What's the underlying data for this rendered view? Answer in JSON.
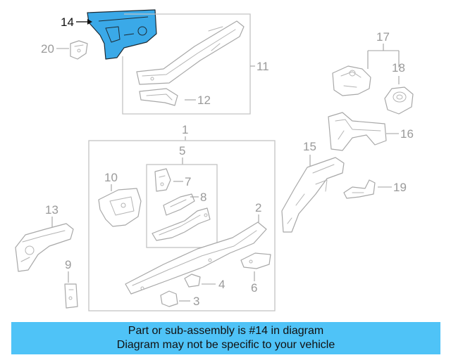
{
  "callouts": {
    "c1": "1",
    "c2": "2",
    "c3": "3",
    "c4": "4",
    "c5": "5",
    "c6": "6",
    "c7": "7",
    "c8": "8",
    "c9": "9",
    "c10": "10",
    "c11": "11",
    "c12": "12",
    "c13": "13",
    "c14": "14",
    "c15": "15",
    "c16": "16",
    "c17": "17",
    "c18": "18",
    "c19": "19",
    "c20": "20"
  },
  "highlighted_part": "14",
  "colors": {
    "highlight": "#3aa9e8",
    "banner": "#4fc3f7",
    "line": "#a8a8a8"
  },
  "banner": {
    "line1": "Part or sub-assembly is #14 in diagram",
    "line2": "Diagram may not be specific to your vehicle"
  }
}
